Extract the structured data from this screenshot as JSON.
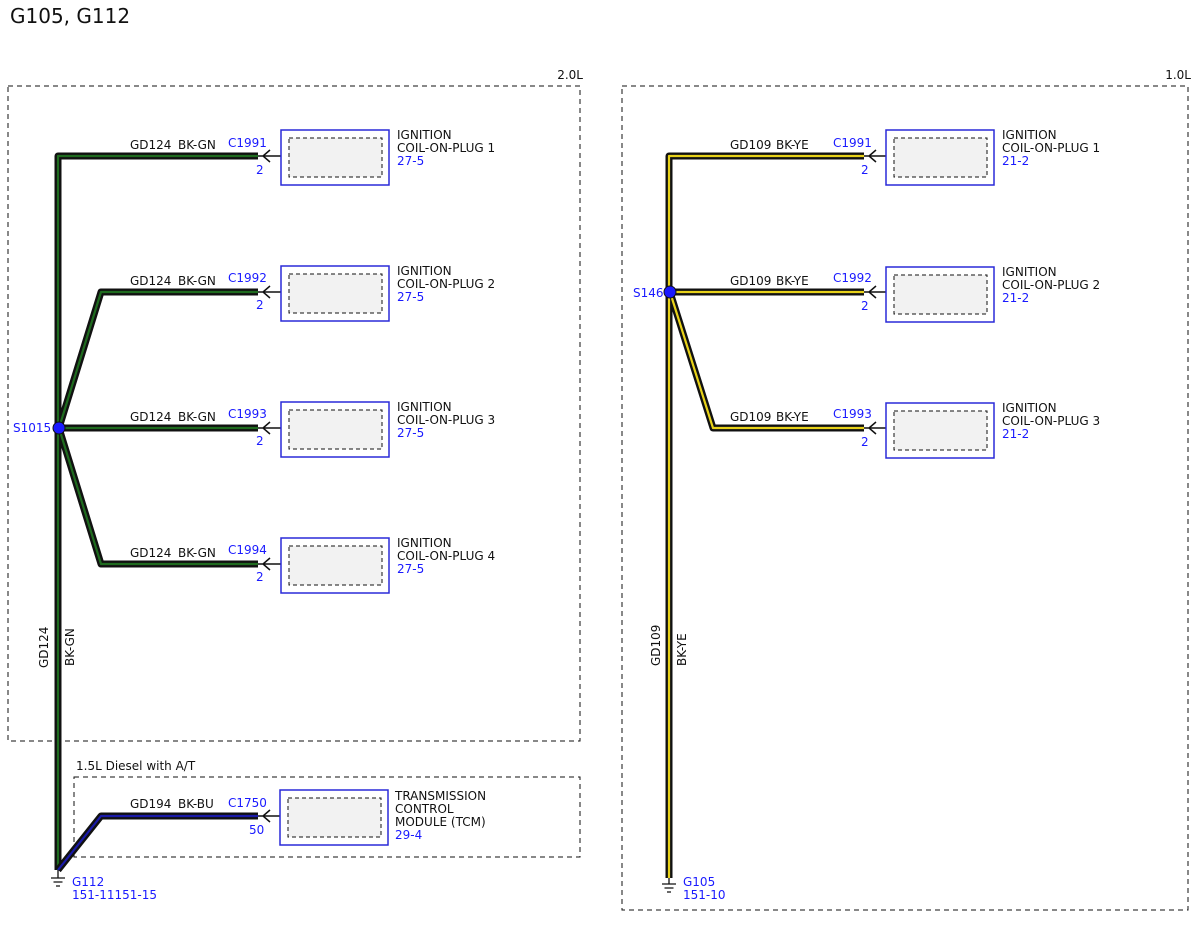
{
  "page_title": "G105, G112",
  "colors": {
    "blue": "#1a1aff",
    "gd124_core": "#1f6b1f",
    "gd109_core": "#e8d21a",
    "gd194_core": "#1a1aa8",
    "wire_outline": "#111111"
  },
  "left_panel": {
    "label": "2.0L",
    "splice": "S1015",
    "trunk_circuit": "GD124",
    "trunk_color": "BK-GN",
    "branches": [
      {
        "circuit": "GD124",
        "color": "BK-GN",
        "connector": "C1991",
        "pin": "2",
        "component": [
          "IGNITION",
          "COIL-ON-PLUG 1"
        ],
        "ref": "27-5"
      },
      {
        "circuit": "GD124",
        "color": "BK-GN",
        "connector": "C1992",
        "pin": "2",
        "component": [
          "IGNITION",
          "COIL-ON-PLUG 2"
        ],
        "ref": "27-5"
      },
      {
        "circuit": "GD124",
        "color": "BK-GN",
        "connector": "C1993",
        "pin": "2",
        "component": [
          "IGNITION",
          "COIL-ON-PLUG 3"
        ],
        "ref": "27-5"
      },
      {
        "circuit": "GD124",
        "color": "BK-GN",
        "connector": "C1994",
        "pin": "2",
        "component": [
          "IGNITION",
          "COIL-ON-PLUG 4"
        ],
        "ref": "27-5"
      }
    ]
  },
  "diesel_panel": {
    "label": "1.5L Diesel with A/T",
    "circuit": "GD194",
    "color": "BK-BU",
    "connector": "C1750",
    "pin": "50",
    "component": [
      "TRANSMISSION",
      "CONTROL",
      "MODULE (TCM)"
    ],
    "ref": "29-4"
  },
  "left_ground": {
    "name": "G112",
    "ref": "151-11151-15"
  },
  "right_panel": {
    "label": "1.0L",
    "splice": "S146",
    "trunk_circuit": "GD109",
    "trunk_color": "BK-YE",
    "branches": [
      {
        "circuit": "GD109",
        "color": "BK-YE",
        "connector": "C1991",
        "pin": "2",
        "component": [
          "IGNITION",
          "COIL-ON-PLUG 1"
        ],
        "ref": "21-2"
      },
      {
        "circuit": "GD109",
        "color": "BK-YE",
        "connector": "C1992",
        "pin": "2",
        "component": [
          "IGNITION",
          "COIL-ON-PLUG 2"
        ],
        "ref": "21-2"
      },
      {
        "circuit": "GD109",
        "color": "BK-YE",
        "connector": "C1993",
        "pin": "2",
        "component": [
          "IGNITION",
          "COIL-ON-PLUG 3"
        ],
        "ref": "21-2"
      }
    ]
  },
  "right_ground": {
    "name": "G105",
    "ref": "151-10"
  }
}
